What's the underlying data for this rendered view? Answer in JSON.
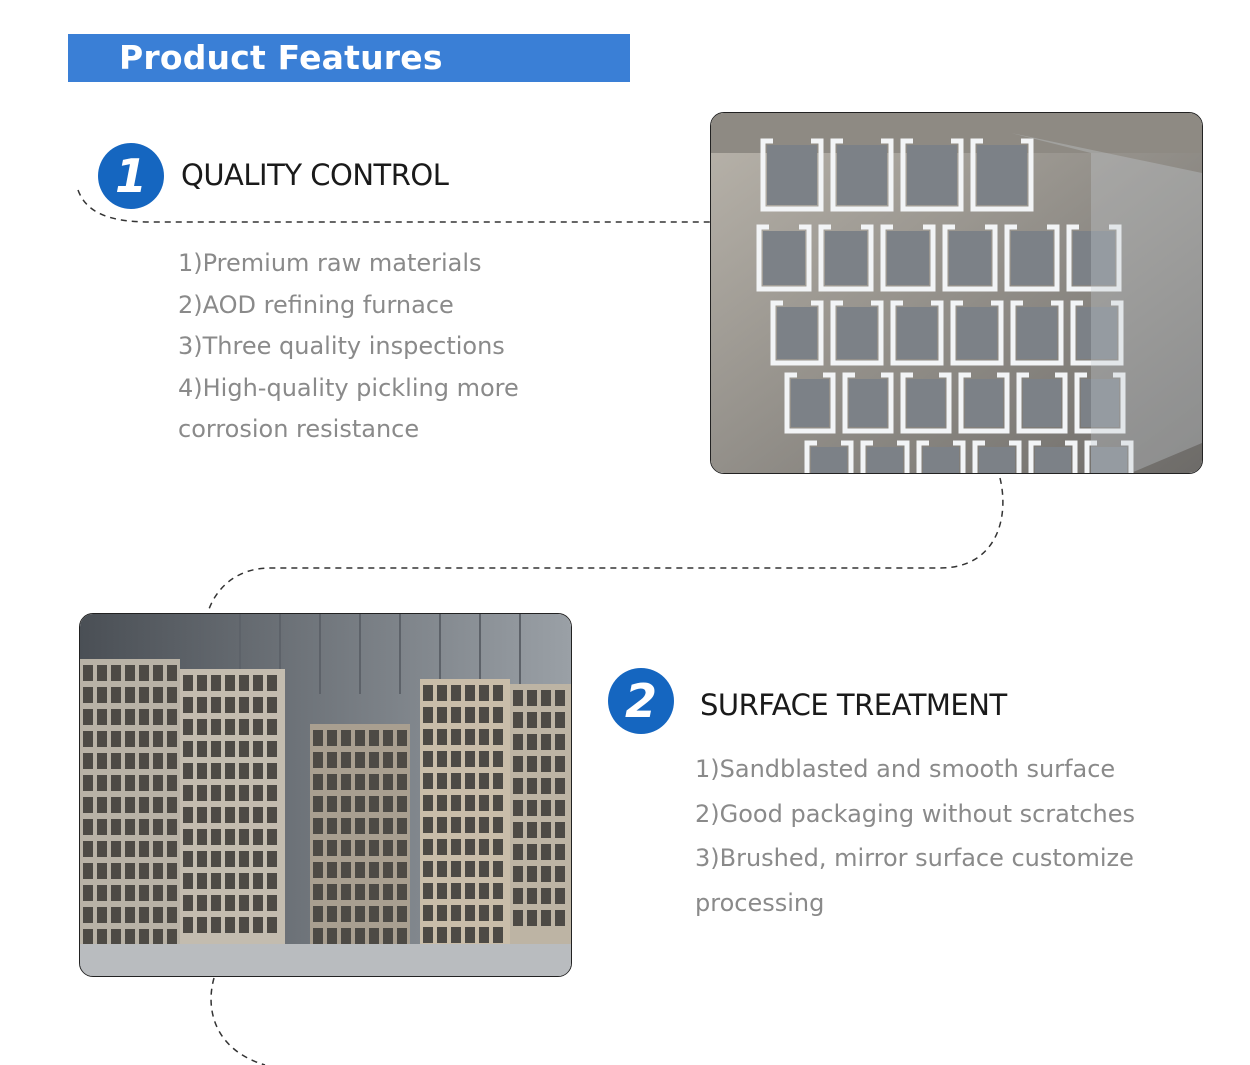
{
  "banner": {
    "title": "Product Features"
  },
  "sections": [
    {
      "number": "1",
      "title": "QUALITY CONTROL",
      "lines": [
        "1)Premium raw materials",
        "2)AOD refining furnace",
        "3)Three quality inspections",
        "4)High-quality pickling more",
        "corrosion resistance"
      ]
    },
    {
      "number": "2",
      "title": "SURFACE TREATMENT",
      "lines": [
        "1)Sandblasted and smooth surface",
        "2)Good packaging without scratches",
        "3)Brushed, mirror surface customize",
        "processing"
      ]
    }
  ],
  "colors": {
    "banner": "#3a7fd6",
    "badge": "#1566c0",
    "text_gray": "#8a8a8a"
  }
}
